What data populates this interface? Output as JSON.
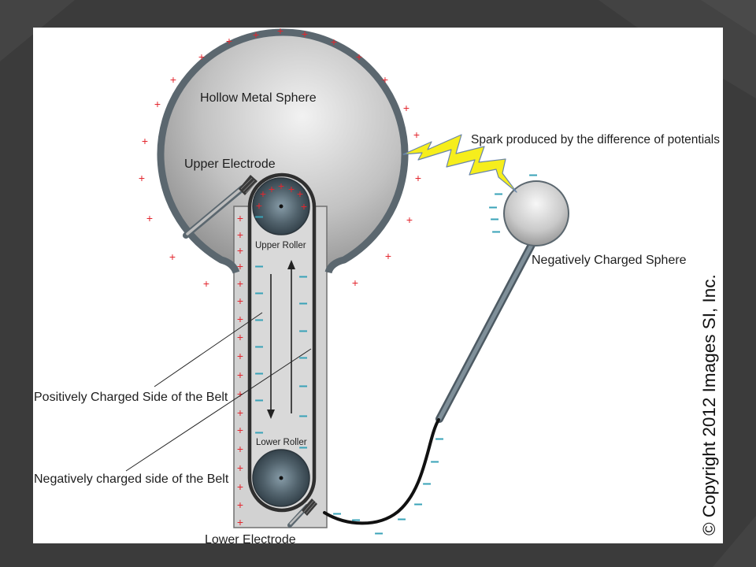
{
  "slide": {
    "background": "#3b3b3b",
    "panel": "#ffffff"
  },
  "colors": {
    "positive_charge": "#e3262e",
    "negative_charge": "#3aa3b8",
    "spark": "#f6ee1c",
    "metal_outline": "#5b676f"
  },
  "diagram": {
    "labels": {
      "hollow_sphere": "Hollow Metal Sphere",
      "upper_electrode": "Upper Electrode",
      "spark": "Spark produced by the difference of potentials",
      "upper_roller": "Upper Roller",
      "negative_sphere": "Negatively Charged Sphere",
      "lower_roller": "Lower Roller",
      "positive_side": "Positively Charged Side of the Belt",
      "negative_side": "Negatively charged side of the Belt",
      "lower_electrode": "Lower Electrode"
    },
    "charge_symbols": {
      "positive": "+",
      "negative": "–"
    }
  },
  "copyright": "© Copyright 2012 Images SI, Inc."
}
